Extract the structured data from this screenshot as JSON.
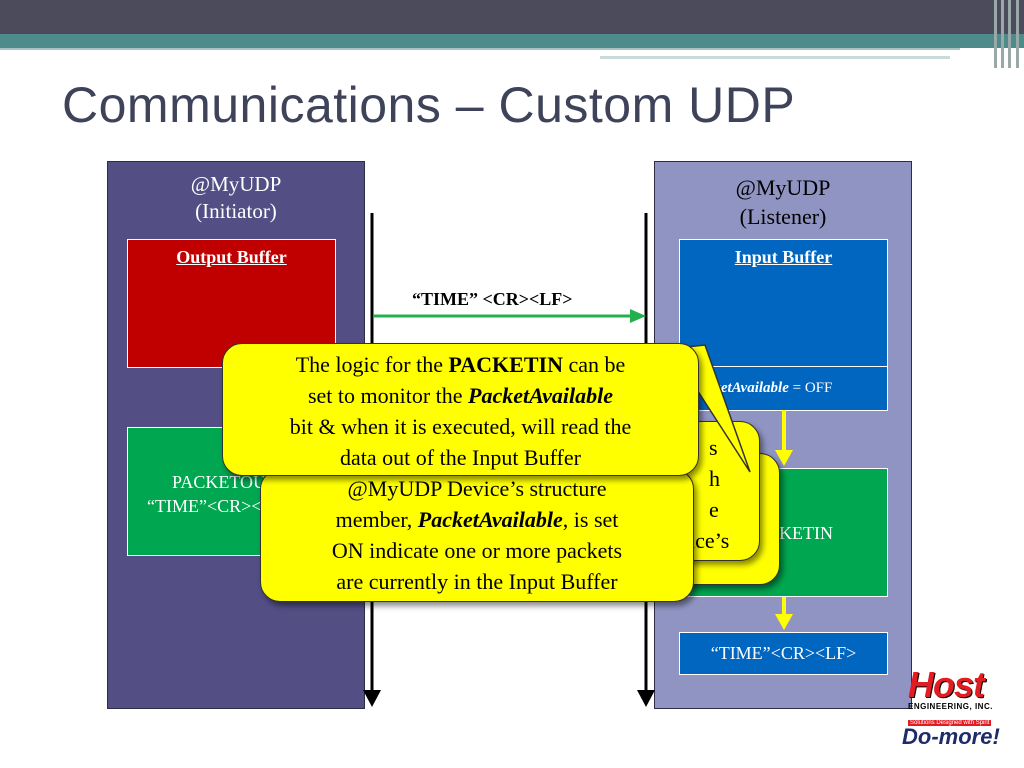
{
  "slide": {
    "title": "Communications – Custom UDP"
  },
  "initiator": {
    "device": "@MyUDP",
    "role": "(Initiator)",
    "output_buffer_label": "Output Buffer",
    "packetout_text": "PACKETOUT",
    "packetout_value": "“TIME”<CR><LF>"
  },
  "listener": {
    "device": "@MyUDP",
    "role": "(Listener)",
    "input_buffer_label": "Input Buffer",
    "packet_available_name": "PacketAvailable",
    "packet_available_state": "= OFF",
    "packetin_text": "PACKETIN",
    "output_value": "“TIME”<CR><LF>"
  },
  "message": {
    "label": "“TIME” <CR><LF>"
  },
  "callouts": {
    "back_fragments": [
      "s",
      "h",
      "e",
      "ice’s"
    ],
    "middle": {
      "line1": "@MyUDP Device’s structure",
      "line2_pre": "member, ",
      "line2_em": "PacketAvailable",
      "line2_post": ", is set",
      "line3": "ON indicate one or more packets",
      "line4": "are currently in the Input Buffer"
    },
    "front": {
      "line1_pre": "The logic for the ",
      "line1_bold": "PACKETIN",
      "line1_post": " can be",
      "line2_pre": "set to monitor the ",
      "line2_em": "PacketAvailable",
      "line3": "bit & when it is executed, will read the",
      "line4": "data out of the Input Buffer"
    }
  },
  "logo": {
    "brand": "Host",
    "sub": "ENGINEERING, INC.",
    "tagline": "Solutions Designed with Spirit",
    "product": "Do-more!"
  },
  "colors": {
    "header_dark": "#4b4b5c",
    "header_teal": "#4e8b8b",
    "initiator_panel": "#534f85",
    "listener_panel": "#9094c2",
    "output_buffer": "#c00000",
    "input_buffer": "#0066c0",
    "packet_box": "#00a650",
    "callout": "#ffff00",
    "arrow_green": "#22b14c",
    "arrow_yellow": "#ffff00"
  }
}
